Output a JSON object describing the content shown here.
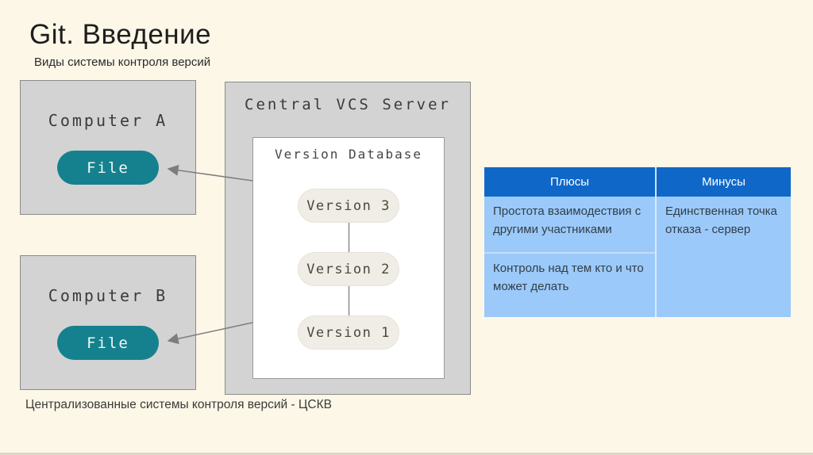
{
  "slide": {
    "title": "Git. Введение",
    "subtitle": "Виды системы контроля версий",
    "caption": "Централизованные системы контроля версий - ЦСКВ"
  },
  "diagram": {
    "computer_a": {
      "label": "Computer A",
      "file_label": "File"
    },
    "computer_b": {
      "label": "Computer B",
      "file_label": "File"
    },
    "server": {
      "label": "Central VCS Server",
      "database": {
        "label": "Version Database",
        "versions": [
          "Version 3",
          "Version 2",
          "Version 1"
        ]
      }
    }
  },
  "table": {
    "headers": [
      "Плюсы",
      "Минусы"
    ],
    "rows": [
      [
        "Простота взаимодествия с другими участниками",
        "Единственная точка отказа - сервер"
      ],
      [
        "Контроль над тем кто и что может делать",
        ""
      ]
    ]
  },
  "colors": {
    "slide_background": "#fcf7e7",
    "box_fill": "#d3d3d3",
    "box_border": "#8b8b8b",
    "file_pill": "#15818e",
    "version_pill": "#efede5",
    "table_header_blue": "#0f68c8",
    "table_body_blue": "#9bcafa",
    "arrow_gray": "#7d7d7d"
  }
}
